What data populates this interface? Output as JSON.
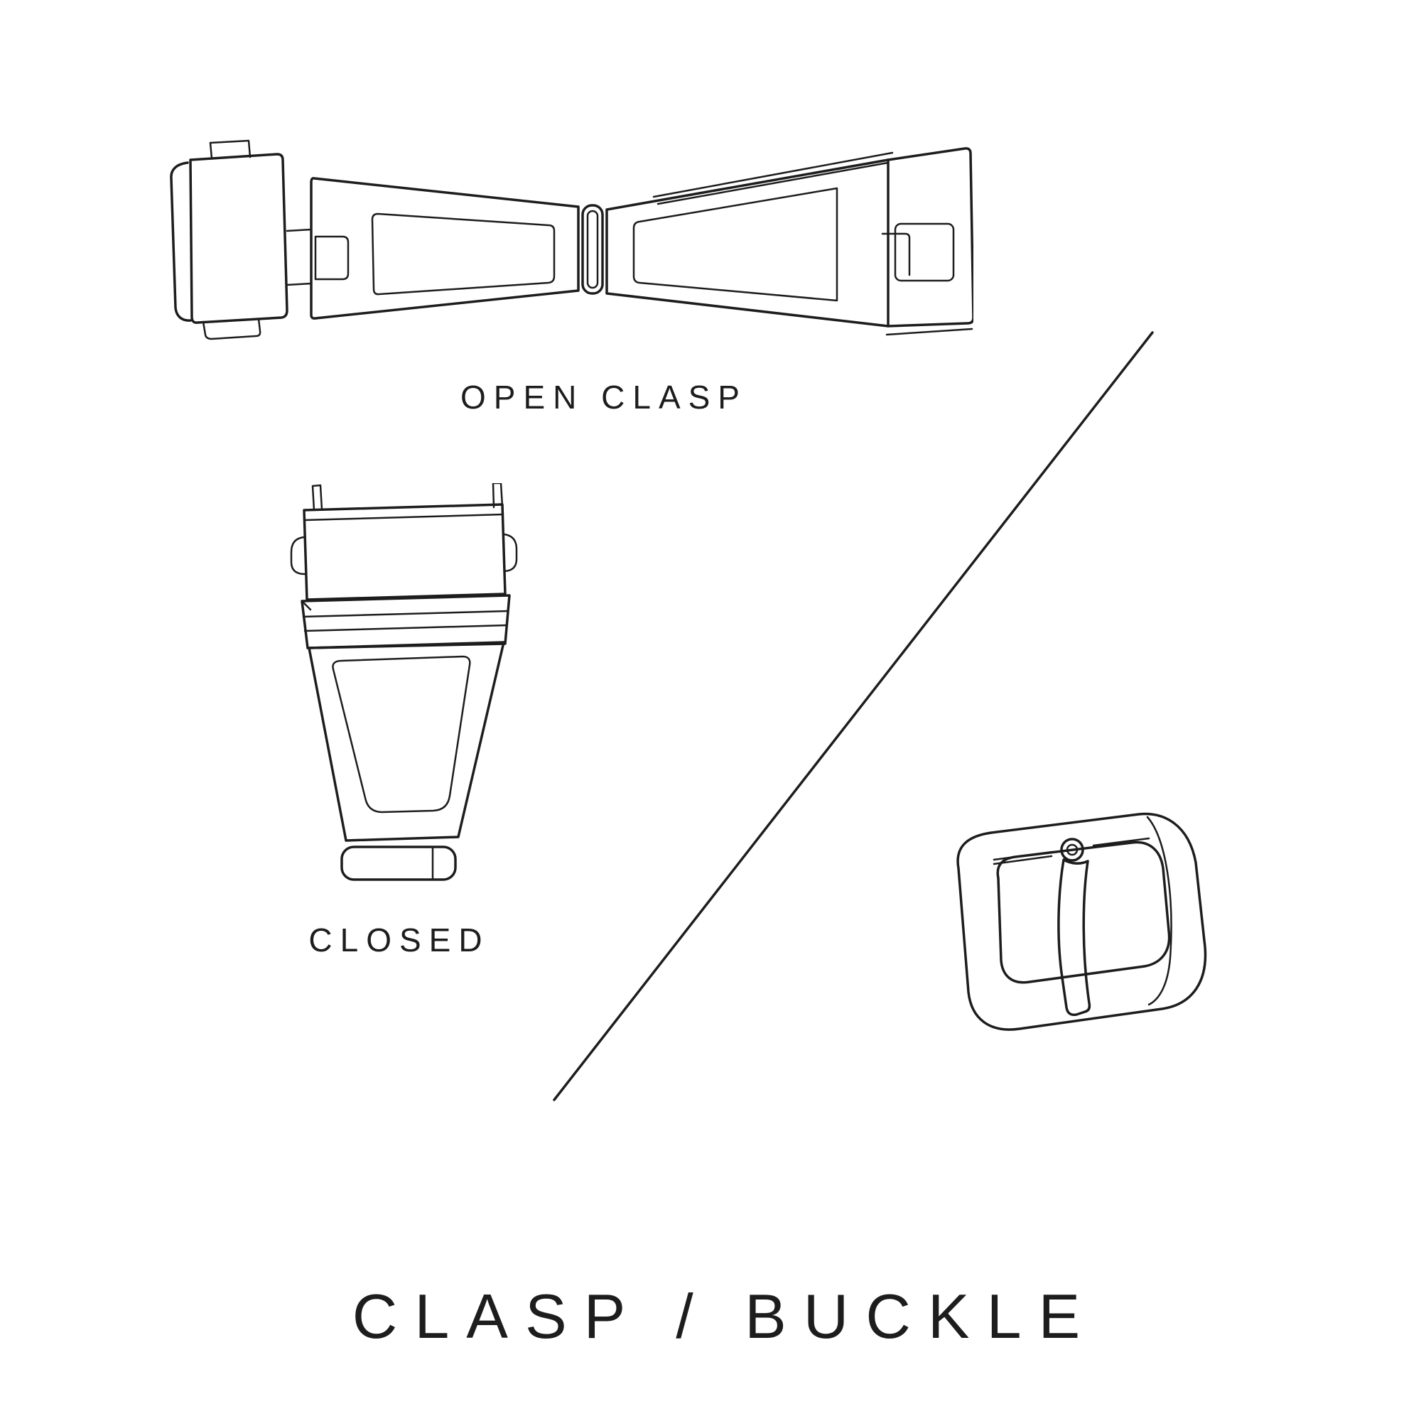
{
  "page": {
    "background_color": "#ffffff",
    "line_color": "#1d1d1d",
    "text_color": "#1d1d1d"
  },
  "diagram": {
    "title": "CLASP / BUCKLE",
    "open_clasp_label": "OPEN CLASP",
    "closed_label": "CLOSED",
    "illustrations": [
      {
        "name": "open-clasp",
        "description": "watch deployant clasp shown open"
      },
      {
        "name": "closed-clasp",
        "description": "watch clasp shown closed"
      },
      {
        "name": "tang-buckle",
        "description": "watch strap pin buckle"
      }
    ]
  }
}
